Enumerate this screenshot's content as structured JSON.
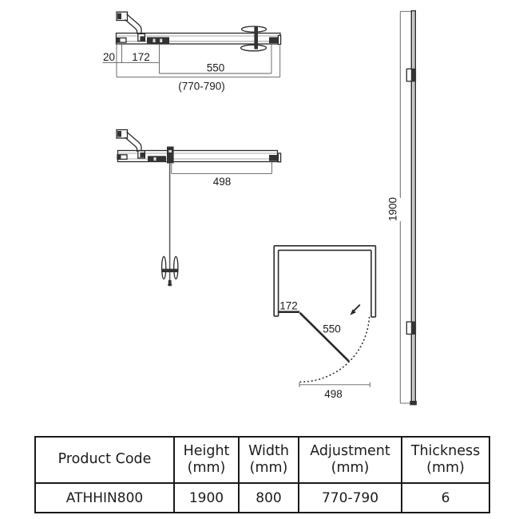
{
  "colors": {
    "line": "#2b2b2b",
    "line_light": "#8c8c8c",
    "dim": "#5f5f5f",
    "fill_dark": "#333333",
    "table_border": "#1a1a1a",
    "text": "#1c1c1c",
    "glass_fill": "#dcdcdc"
  },
  "drawings": {
    "top_view": {
      "dim_wall": "20",
      "dim_inline": "172",
      "dim_door": "550",
      "dim_overall": "(770-790)"
    },
    "open_view": {
      "dim_opening": "498"
    },
    "plan_view": {
      "dim_inline": "172",
      "dim_door": "550",
      "dim_opening": "498"
    },
    "side_view": {
      "dim_height": "1900"
    }
  },
  "table": {
    "headers": [
      {
        "title": "Product Code",
        "unit": ""
      },
      {
        "title": "Height",
        "unit": "(mm)"
      },
      {
        "title": "Width",
        "unit": "(mm)"
      },
      {
        "title": "Adjustment",
        "unit": "(mm)"
      },
      {
        "title": "Thickness",
        "unit": "(mm)"
      }
    ],
    "row": [
      "ATHHIN800",
      "1900",
      "800",
      "770-790",
      "6"
    ]
  }
}
